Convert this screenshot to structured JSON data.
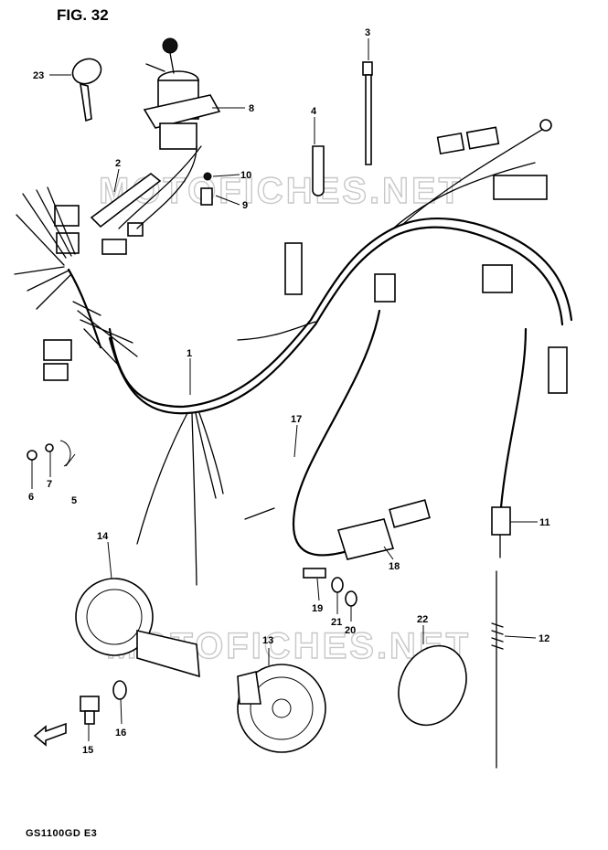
{
  "figure": {
    "title": "FIG. 32",
    "model": "GS1100GD  E3"
  },
  "watermark": {
    "text": "MOTOFICHES.NET"
  },
  "callouts": [
    {
      "id": "callout-1",
      "label": "1"
    },
    {
      "id": "callout-2",
      "label": "2"
    },
    {
      "id": "callout-3",
      "label": "3"
    },
    {
      "id": "callout-4",
      "label": "4"
    },
    {
      "id": "callout-5",
      "label": "5"
    },
    {
      "id": "callout-6",
      "label": "6"
    },
    {
      "id": "callout-7",
      "label": "7"
    },
    {
      "id": "callout-8",
      "label": "8"
    },
    {
      "id": "callout-9",
      "label": "9"
    },
    {
      "id": "callout-10",
      "label": "10"
    },
    {
      "id": "callout-11",
      "label": "11"
    },
    {
      "id": "callout-12",
      "label": "12"
    },
    {
      "id": "callout-13",
      "label": "13"
    },
    {
      "id": "callout-14",
      "label": "14"
    },
    {
      "id": "callout-15",
      "label": "15"
    },
    {
      "id": "callout-16",
      "label": "16"
    },
    {
      "id": "callout-17",
      "label": "17"
    },
    {
      "id": "callout-18",
      "label": "18"
    },
    {
      "id": "callout-19",
      "label": "19"
    },
    {
      "id": "callout-20",
      "label": "20"
    },
    {
      "id": "callout-21",
      "label": "21"
    },
    {
      "id": "callout-22",
      "label": "22"
    },
    {
      "id": "callout-23",
      "label": "23"
    }
  ]
}
